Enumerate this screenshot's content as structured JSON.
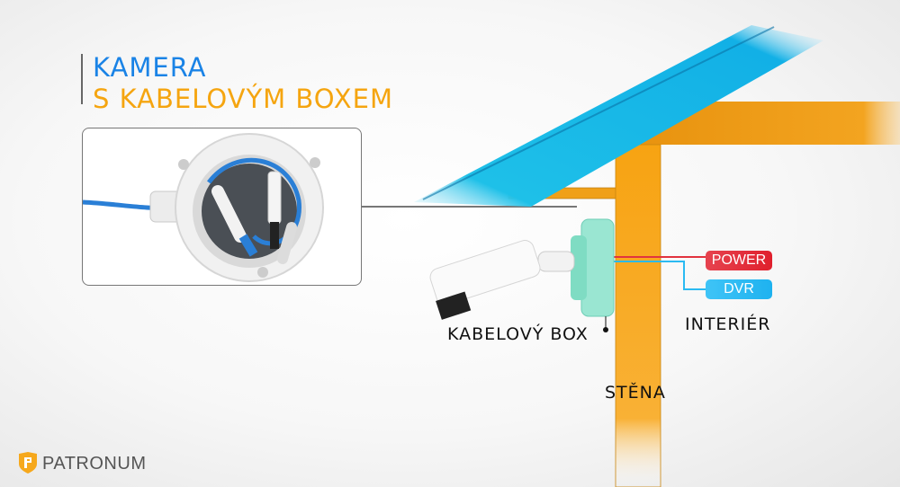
{
  "title": {
    "line1": "KAMERA",
    "line2": "S KABELOVÝM BOXEM",
    "line1_color": "#1a83e6",
    "line2_color": "#f5a510"
  },
  "photo": {
    "description": "Open junction box with blue network cable and connectors"
  },
  "diagram": {
    "camera_label": "KABELOVÝ BOX",
    "wall_label": "STĚNA",
    "interior_label": "INTERIÉR",
    "badges": {
      "power": "POWER",
      "dvr": "DVR"
    },
    "colors": {
      "roof": "#12b4e6",
      "wall": "#f7a312",
      "box": "#8fe3cc",
      "power": "#e2333f",
      "dvr": "#2bbaf2"
    }
  },
  "brand": {
    "name": "PATRONUM",
    "logo_color": "#f6a81c"
  }
}
